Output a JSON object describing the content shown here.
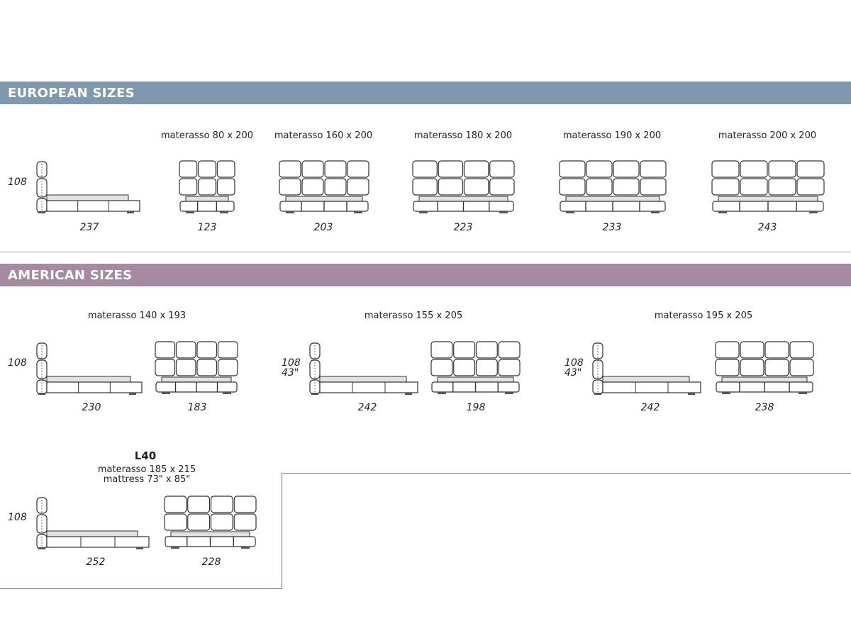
{
  "european": {
    "title": "EUROPEAN SIZES",
    "side_height": "108",
    "side_length": "237",
    "fronts": [
      {
        "mattress": "materasso 80 x 200",
        "width": "123"
      },
      {
        "mattress": "materasso 160 x 200",
        "width": "203"
      },
      {
        "mattress": "materasso 180 x 200",
        "width": "223"
      },
      {
        "mattress": "materasso 190 x 200",
        "width": "233"
      },
      {
        "mattress": "materasso 200 x 200",
        "width": "243"
      }
    ]
  },
  "american": {
    "title": "AMERICAN SIZES",
    "groups": [
      {
        "mattress": "materasso 140 x 193",
        "height": "108",
        "height_in": "",
        "length": "230",
        "width": "183"
      },
      {
        "mattress": "materasso 155 x 205",
        "height": "108",
        "height_in": "43\"",
        "length": "242",
        "width": "198"
      },
      {
        "mattress": "materasso 195 x 205",
        "height": "108",
        "height_in": "43\"",
        "length": "242",
        "width": "238"
      }
    ],
    "l40": {
      "code": "L40",
      "mattress": "materasso 185 x 215",
      "mattress_in": "mattress 73\" x 85\"",
      "height": "108",
      "length": "252",
      "width": "228"
    }
  }
}
